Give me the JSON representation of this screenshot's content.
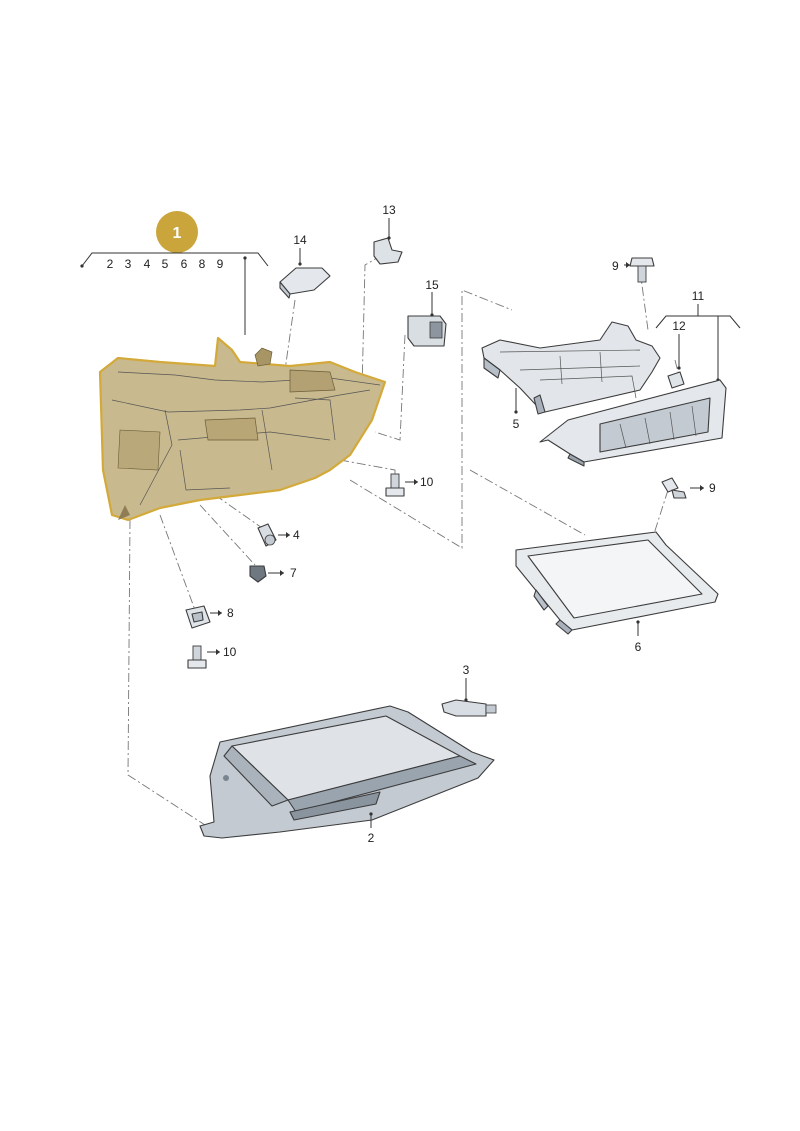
{
  "colors": {
    "highlight_fill": "#c9b98e",
    "highlight_outline": "#d3a93a",
    "badge": "#c9a53c",
    "part_fill": "#e4e8ec",
    "part_shade": "#c3cad2"
  },
  "callouts": {
    "badge": "1",
    "badge_group": [
      "2",
      "3",
      "4",
      "5",
      "6",
      "8",
      "9"
    ],
    "p2": "2",
    "p3": "3",
    "p4": "4",
    "p5": "5",
    "p6": "6",
    "p7": "7",
    "p8": "8",
    "p9a": "9",
    "p9b": "9",
    "p10a": "10",
    "p10b": "10",
    "p11": "11",
    "p12": "12",
    "p13": "13",
    "p14": "14",
    "p15": "15"
  }
}
